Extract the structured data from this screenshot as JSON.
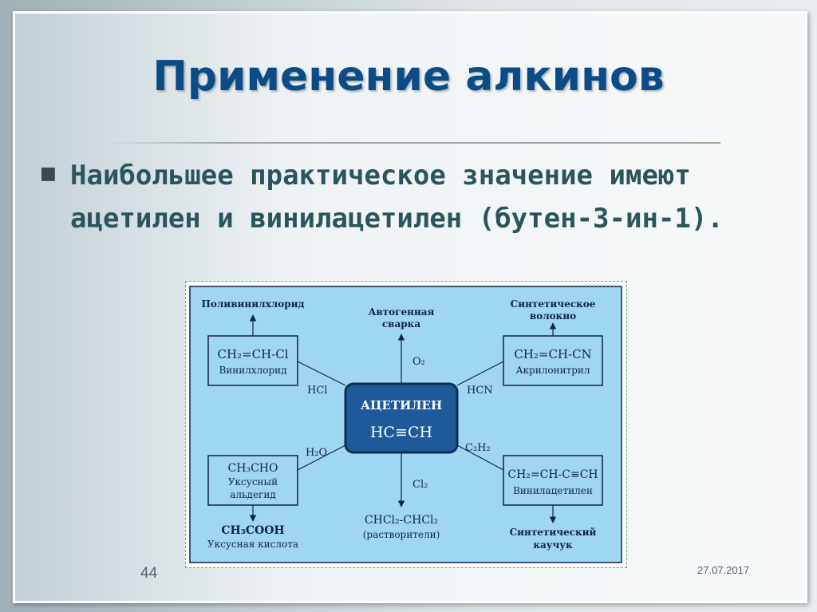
{
  "slide": {
    "title": "Применение алкинов",
    "bullet": "Наибольшее практическое значение имеют ацетилен и винилацетилен (бутен-3-ин-1).",
    "page_number": "44",
    "date": "27.07.2017"
  },
  "diagram": {
    "center": {
      "label": "АЦЕТИЛЕН",
      "formula": "HC≡CH"
    },
    "top": {
      "product": "Автогенная сварка",
      "reagent": "O₂"
    },
    "top_left": {
      "product": "Поливинилхлорид",
      "formula": "CH₂=CH-Cl",
      "name": "Винилхлорид",
      "reagent": "HCl"
    },
    "top_right": {
      "product": "Синтетическое волокно",
      "formula": "CH₂=CH-CN",
      "name": "Акрилонитрил",
      "reagent": "HCN"
    },
    "bottom_left": {
      "product": "CH₃COOH",
      "product_name": "Уксусная кислота",
      "formula": "CH₃CHO",
      "name": "Уксусный альдегид",
      "reagent": "H₂O"
    },
    "bottom": {
      "product": "CHCl₂-CHCl₂",
      "product_name": "(растворители)",
      "reagent": "Cl₂"
    },
    "bottom_right": {
      "product": "Синтетический каучук",
      "formula": "CH₂=CH-C≡CH",
      "name": "Винилацетилен",
      "reagent": "C₂H₂"
    },
    "colors": {
      "panel": "#9fd6f2",
      "center_box": "#1e5a9a",
      "center_border": "#0a2f57",
      "text": "#10224a"
    }
  }
}
